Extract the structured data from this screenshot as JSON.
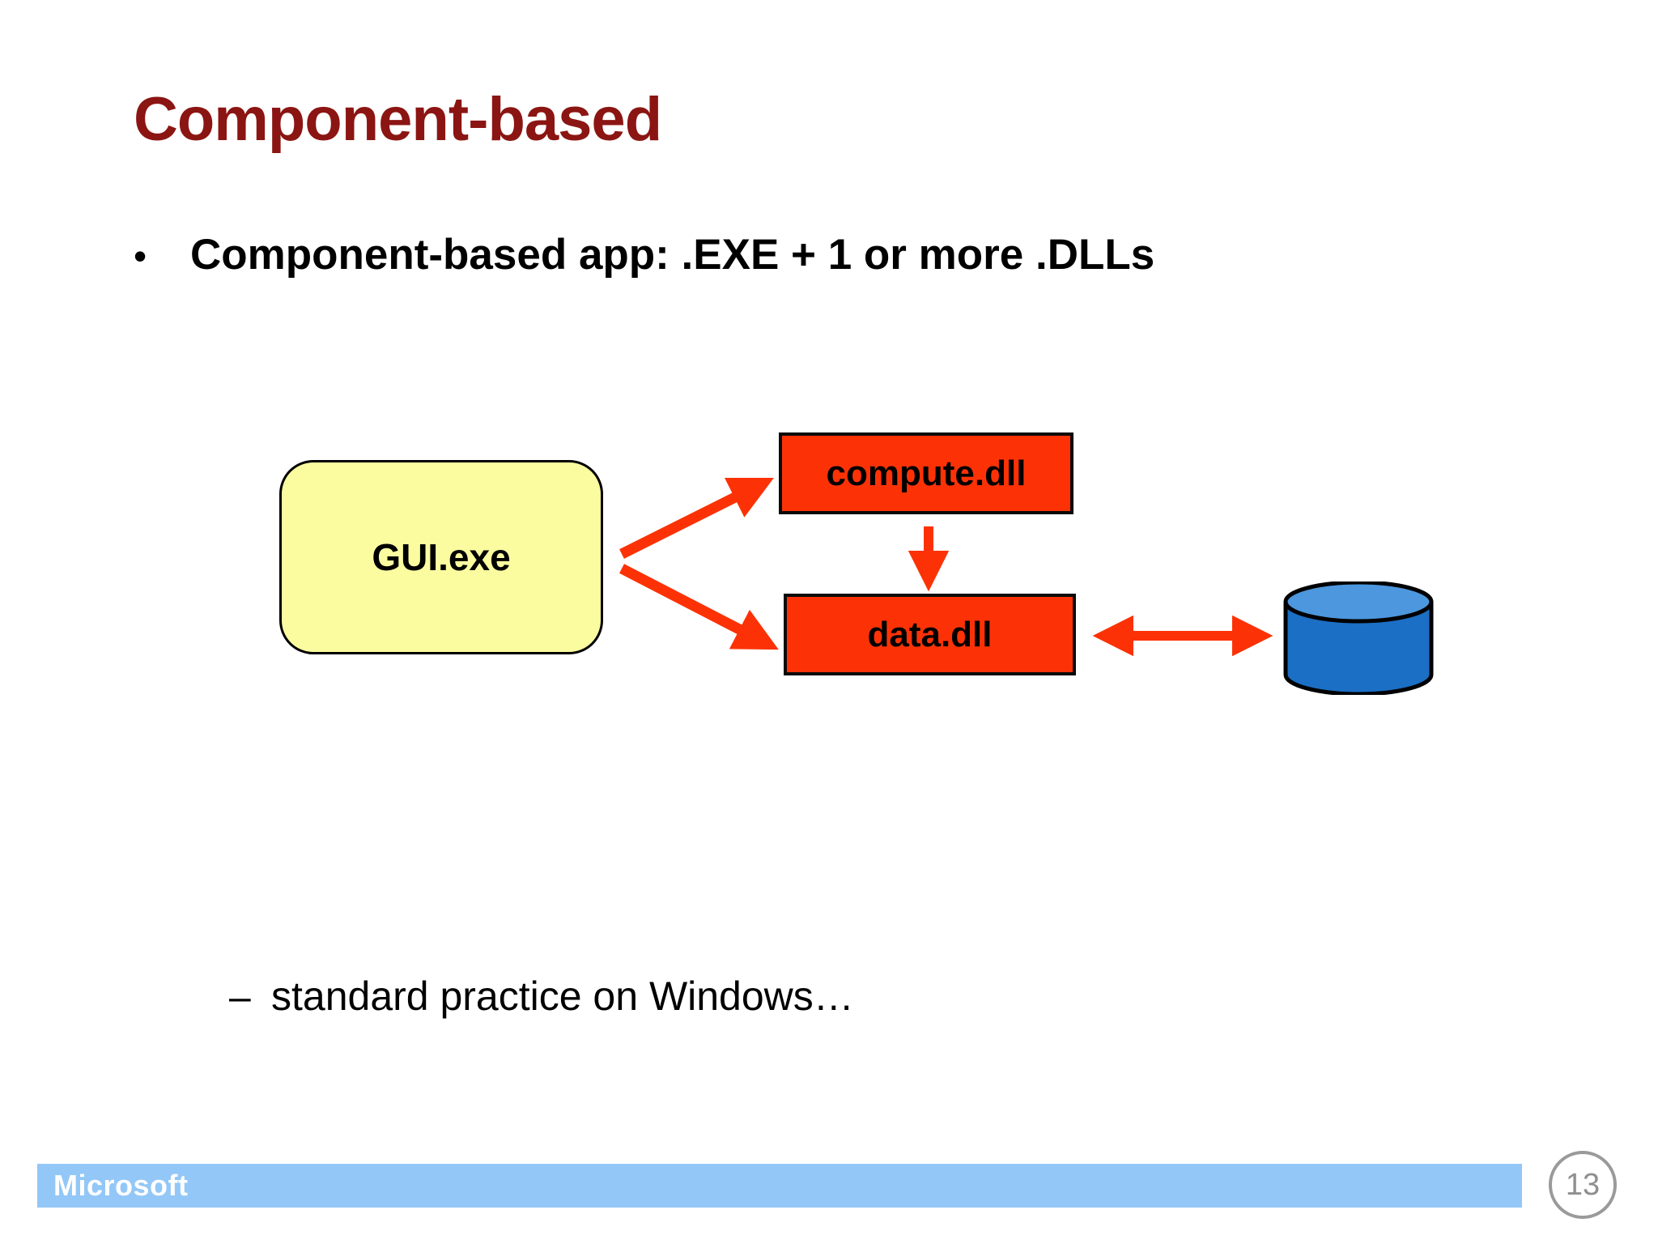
{
  "slide": {
    "title": "Component-based",
    "title_color": "#8B1512",
    "background_color": "#FFFFFF"
  },
  "body": {
    "bullets": [
      {
        "level": 1,
        "marker": "•",
        "text": "Component-based app:  .EXE + 1 or more .DLLs"
      },
      {
        "level": 2,
        "marker": "–",
        "text": "standard practice on Windows…"
      }
    ]
  },
  "diagram": {
    "type": "block-diagram",
    "accent_color": "#FC3206",
    "nodes": [
      {
        "id": "gui-exe",
        "label": "GUI.exe",
        "shape": "rounded-rectangle",
        "fill": "#FBFBA0",
        "stroke": "#000000"
      },
      {
        "id": "compute-dll",
        "label": "compute.dll",
        "shape": "rectangle",
        "fill": "#FC3206",
        "stroke": "#0A0A0A"
      },
      {
        "id": "data-dll",
        "label": "data.dll",
        "shape": "rectangle",
        "fill": "#FC3206",
        "stroke": "#0A0A0A"
      },
      {
        "id": "database",
        "label": "",
        "shape": "cylinder",
        "fill": "#1B6FC4",
        "top_fill": "#4C97DD",
        "stroke": "#000000"
      }
    ],
    "edges": [
      {
        "from": "gui-exe",
        "to": "compute-dll",
        "direction": "one-way",
        "color": "#FC3206"
      },
      {
        "from": "gui-exe",
        "to": "data-dll",
        "direction": "one-way",
        "color": "#FC3206"
      },
      {
        "from": "compute-dll",
        "to": "data-dll",
        "direction": "one-way",
        "color": "#FC3206"
      },
      {
        "from": "data-dll",
        "to": "database",
        "direction": "two-way",
        "color": "#FC3206"
      }
    ]
  },
  "footer": {
    "label": "Microsoft",
    "bar_color": "#93C7F7",
    "text_color": "#FFFFFF",
    "page_number": "13"
  }
}
